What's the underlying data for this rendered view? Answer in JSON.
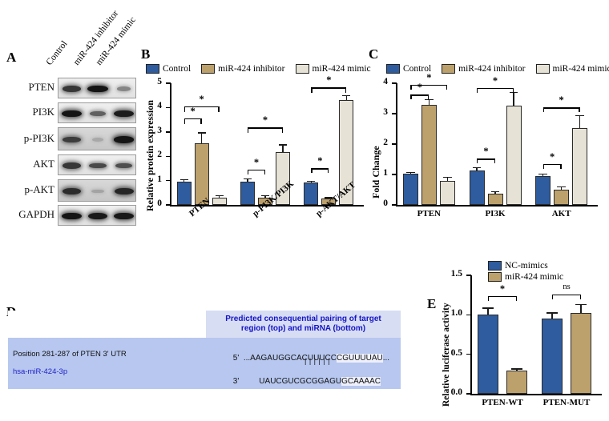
{
  "figure": {
    "panels": [
      "A",
      "B",
      "C",
      "D",
      "E"
    ]
  },
  "panelA": {
    "letter": "A",
    "lane_labels": [
      "Control",
      "miR-424 inhibitor",
      "miR-424 mimic"
    ],
    "proteins": [
      "PTEN",
      "PI3K",
      "p-PI3K",
      "AKT",
      "p-AKT",
      "GAPDH"
    ],
    "band_intensity": {
      "PTEN": [
        0.8,
        0.95,
        0.45
      ],
      "PI3K": [
        0.95,
        0.62,
        0.92
      ],
      "p-PI3K": [
        0.78,
        0.3,
        0.95
      ],
      "AKT": [
        0.8,
        0.72,
        0.7
      ],
      "p-AKT": [
        0.85,
        0.32,
        0.88
      ],
      "GAPDH": [
        0.95,
        0.93,
        0.94
      ]
    }
  },
  "panelB": {
    "letter": "B",
    "chart_data": {
      "type": "bar",
      "title": "",
      "ylabel": "Relative protein expression",
      "xlabel": "",
      "ylim": [
        0,
        5
      ],
      "yticks": [
        "0",
        "1",
        "2",
        "3",
        "4",
        "5"
      ],
      "categories": [
        "PTEN",
        "p-PI3K/PI3K",
        "p-AKT/AKT"
      ],
      "legend": [
        "Control",
        "miR-424 inhibitor",
        "miR-424 mimic"
      ],
      "legend_position": "top",
      "grid": false,
      "series": [
        {
          "name": "Control",
          "values": [
            0.94,
            0.94,
            0.92
          ],
          "errors": [
            0.12,
            0.14,
            0.08
          ]
        },
        {
          "name": "miR-424 inhibitor",
          "values": [
            2.52,
            0.31,
            0.25
          ],
          "errors": [
            0.46,
            0.09,
            0.07
          ]
        },
        {
          "name": "miR-424 mimic",
          "values": [
            0.29,
            2.17,
            4.32
          ],
          "errors": [
            0.1,
            0.32,
            0.2
          ]
        }
      ],
      "annotations": [
        "*",
        "*",
        "*",
        "*",
        "*",
        "*"
      ]
    }
  },
  "panelC": {
    "letter": "C",
    "chart_data": {
      "type": "bar",
      "title": "",
      "ylabel": "Fold Change",
      "xlabel": "",
      "ylim": [
        0,
        4
      ],
      "yticks": [
        "0",
        "1",
        "2",
        "3",
        "4"
      ],
      "categories": [
        "PTEN",
        "PI3K",
        "AKT"
      ],
      "legend": [
        "Control",
        "miR-424 inhibitor",
        "miR-424 mimic"
      ],
      "legend_position": "top",
      "grid": false,
      "series": [
        {
          "name": "Control",
          "values": [
            1.02,
            1.12,
            0.95
          ],
          "errors": [
            0.06,
            0.13,
            0.08
          ]
        },
        {
          "name": "miR-424 inhibitor",
          "values": [
            3.28,
            0.37,
            0.51
          ],
          "errors": [
            0.2,
            0.08,
            0.09
          ]
        },
        {
          "name": "miR-424 mimic",
          "values": [
            0.79,
            3.26,
            2.53
          ],
          "errors": [
            0.14,
            0.45,
            0.42
          ]
        }
      ],
      "annotations": [
        "*",
        "*",
        "*",
        "*",
        "*"
      ]
    }
  },
  "panelD": {
    "letter": "D",
    "header_left": "",
    "header_right": "Predicted consequential pairing of target region (top) and miRNA (bottom)",
    "row_label_top": "Position 281-287 of PTEN 3' UTR",
    "row_label_bottom": "hsa-miR-424-3p",
    "target_prime": "5'",
    "target_seq_pre": "...AAGAUGGCACUUUCC",
    "target_seq_seed": "CGUUUUAU",
    "target_seq_post": "...",
    "pairing_bars": "| | | | | |",
    "mirna_prime": "3'",
    "mirna_seq_pre": "UAUCGUCGCGGAGU",
    "mirna_seq_seed": "GCAAAAC"
  },
  "panelE": {
    "letter": "E",
    "chart_data": {
      "type": "bar",
      "title": "",
      "ylabel": "Relative luciferase activity",
      "xlabel": "",
      "ylim": [
        0.0,
        1.5
      ],
      "yticks": [
        "0.0",
        "0.5",
        "1.0",
        "1.5"
      ],
      "categories": [
        "PTEN-WT",
        "PTEN-MUT"
      ],
      "legend": [
        "NC-mimics",
        "miR-424 mimic"
      ],
      "legend_position": "top-right",
      "grid": false,
      "series": [
        {
          "name": "NC-mimics",
          "values": [
            1.0,
            0.95
          ],
          "errors": [
            0.09,
            0.08
          ]
        },
        {
          "name": "miR-424 mimic",
          "values": [
            0.295,
            1.02
          ],
          "errors": [
            0.025,
            0.12
          ]
        }
      ],
      "annotations": [
        "*",
        "ns"
      ]
    }
  },
  "colors": {
    "control_blue": "#2e5c9e",
    "inhibitor_tan": "#bda16d",
    "mimic_beige": "#e6e2d6",
    "panelD_body_bg": "#b7c7ef",
    "panelD_header_bg": "#d7ddf2",
    "panelD_header_text": "#1414c8",
    "panelD_link_text": "#2323c8",
    "axis_black": "#000000"
  }
}
